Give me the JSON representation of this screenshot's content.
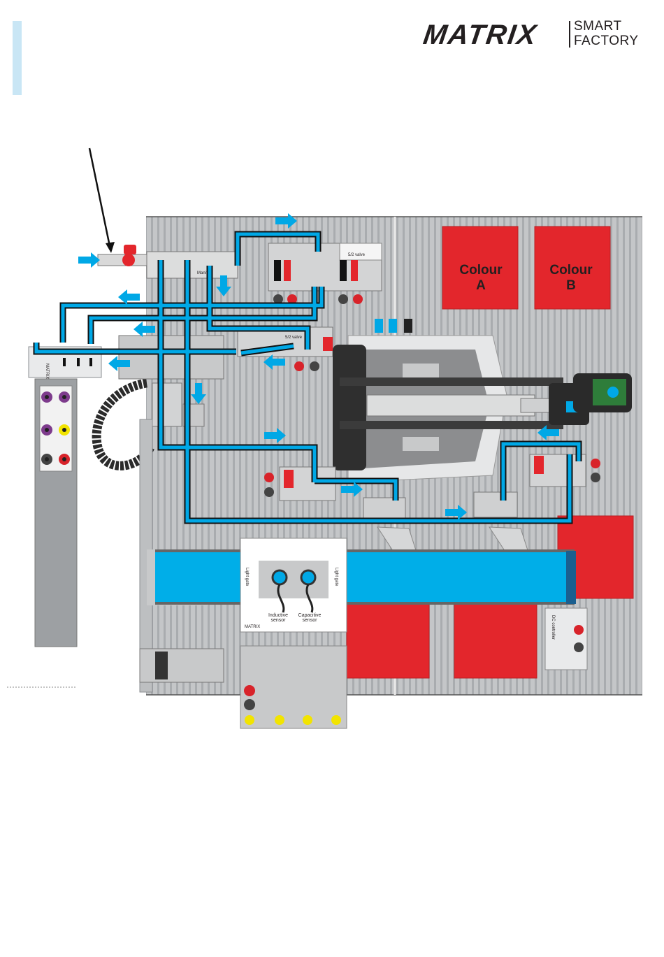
{
  "brand": {
    "logo_word": "MATRIX",
    "logo_sub_line1": "SMART",
    "logo_sub_line2": "FACTORY",
    "accent_color": "#c9e6f5"
  },
  "zones": {
    "colour_a_line1": "Colour",
    "colour_a_line2": "A",
    "colour_b_line1": "Colour",
    "colour_b_line2": "B"
  },
  "labels": {
    "manifold": "Manifold",
    "valve_5_2_top": "5/2 valve",
    "valve_5_2_mid": "5/2 valve",
    "inductive_sensor_l1": "Inductive",
    "inductive_sensor_l2": "sensor",
    "capacitive_sensor_l1": "Capacitive",
    "capacitive_sensor_l2": "sensor",
    "light_gate_left": "Light gate",
    "light_gate_right": "Light gate",
    "sensor_panel_brand": "MATRIX",
    "dc_controller": "DC controller",
    "side_panel_brand": "MATRIX"
  },
  "colors": {
    "air_line": "#00a8e6",
    "air_line_outline": "#111111",
    "zone_red": "#e3262c",
    "conveyor_blue": "#00aee8",
    "plate_grey": "#b9bcbf"
  }
}
